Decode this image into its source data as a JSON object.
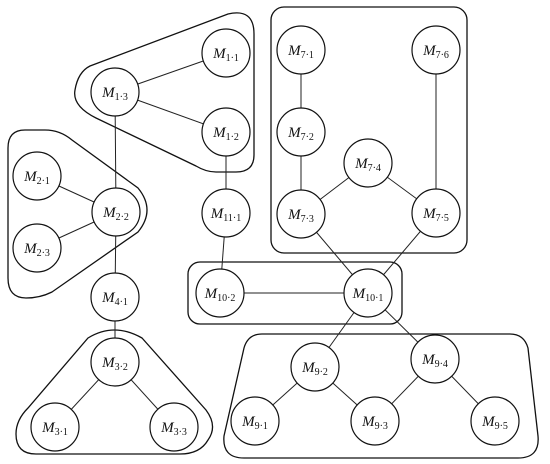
{
  "nodes": [
    {
      "id": "M1-1",
      "letter": "M",
      "sub": "1·1"
    },
    {
      "id": "M1-2",
      "letter": "M",
      "sub": "1·2"
    },
    {
      "id": "M1-3",
      "letter": "M",
      "sub": "1·3"
    },
    {
      "id": "M2-1",
      "letter": "M",
      "sub": "2·1"
    },
    {
      "id": "M2-2",
      "letter": "M",
      "sub": "2·2"
    },
    {
      "id": "M2-3",
      "letter": "M",
      "sub": "2·3"
    },
    {
      "id": "M3-1",
      "letter": "M",
      "sub": "3·1"
    },
    {
      "id": "M3-2",
      "letter": "M",
      "sub": "3·2"
    },
    {
      "id": "M3-3",
      "letter": "M",
      "sub": "3·3"
    },
    {
      "id": "M4-1",
      "letter": "M",
      "sub": "4·1"
    },
    {
      "id": "M7-1",
      "letter": "M",
      "sub": "7·1"
    },
    {
      "id": "M7-2",
      "letter": "M",
      "sub": "7·2"
    },
    {
      "id": "M7-3",
      "letter": "M",
      "sub": "7·3"
    },
    {
      "id": "M7-4",
      "letter": "M",
      "sub": "7·4"
    },
    {
      "id": "M7-5",
      "letter": "M",
      "sub": "7·5"
    },
    {
      "id": "M7-6",
      "letter": "M",
      "sub": "7·6"
    },
    {
      "id": "M9-1",
      "letter": "M",
      "sub": "9·1"
    },
    {
      "id": "M9-2",
      "letter": "M",
      "sub": "9·2"
    },
    {
      "id": "M9-3",
      "letter": "M",
      "sub": "9·3"
    },
    {
      "id": "M9-4",
      "letter": "M",
      "sub": "9·4"
    },
    {
      "id": "M9-5",
      "letter": "M",
      "sub": "9·5"
    },
    {
      "id": "M10-1",
      "letter": "M",
      "sub": "10·1"
    },
    {
      "id": "M10-2",
      "letter": "M",
      "sub": "10·2"
    },
    {
      "id": "M11-1",
      "letter": "M",
      "sub": "11·1"
    }
  ],
  "edges": [
    [
      "M1-3",
      "M1-1"
    ],
    [
      "M1-3",
      "M1-2"
    ],
    [
      "M1-3",
      "M2-2"
    ],
    [
      "M1-2",
      "M11-1"
    ],
    [
      "M11-1",
      "M10-2"
    ],
    [
      "M2-1",
      "M2-2"
    ],
    [
      "M2-3",
      "M2-2"
    ],
    [
      "M2-2",
      "M4-1"
    ],
    [
      "M4-1",
      "M3-2"
    ],
    [
      "M3-2",
      "M3-1"
    ],
    [
      "M3-2",
      "M3-3"
    ],
    [
      "M7-1",
      "M7-2"
    ],
    [
      "M7-2",
      "M7-3"
    ],
    [
      "M7-3",
      "M7-4"
    ],
    [
      "M7-4",
      "M7-5"
    ],
    [
      "M7-6",
      "M7-5"
    ],
    [
      "M7-3",
      "M10-1"
    ],
    [
      "M7-5",
      "M10-1"
    ],
    [
      "M10-2",
      "M10-1"
    ],
    [
      "M10-1",
      "M9-2"
    ],
    [
      "M10-1",
      "M9-4"
    ],
    [
      "M9-1",
      "M9-2"
    ],
    [
      "M9-2",
      "M9-3"
    ],
    [
      "M9-3",
      "M9-4"
    ],
    [
      "M9-4",
      "M9-5"
    ]
  ],
  "groups": [
    "group-1",
    "group-2",
    "group-3",
    "group-7",
    "group-9",
    "group-10"
  ]
}
